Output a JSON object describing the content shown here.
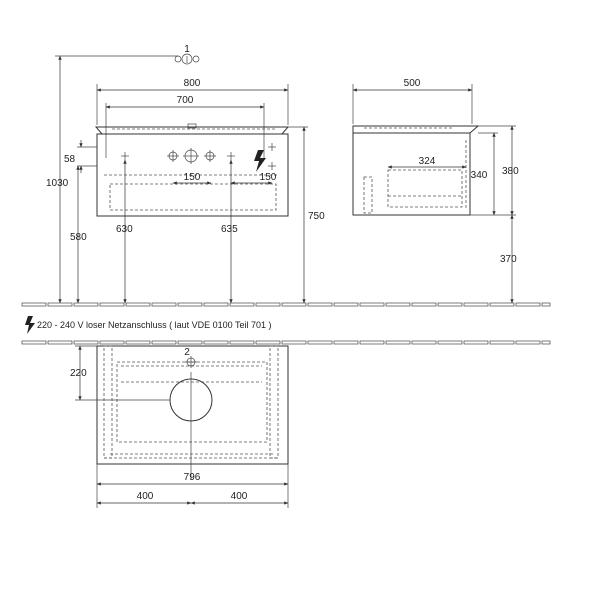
{
  "drawing": {
    "front_view": {
      "width_label": "800",
      "top_width_label": "700",
      "overall_height_label": "1030",
      "offset_label": "58",
      "inlet_height_label": "580",
      "left_pipe_label": "630",
      "right_pipe_label": "635",
      "total_height_label": "750",
      "left_spacing_label": "150",
      "right_spacing_label": "150",
      "callout_label": "1"
    },
    "side_view": {
      "depth_label": "500",
      "inner_depth_label": "324",
      "body_height_label": "340",
      "outer_height_label": "380",
      "floor_height_label": "370"
    },
    "plan_view": {
      "depth_offset_label": "220",
      "overall_width_label": "796",
      "left_half_label": "400",
      "right_half_label": "400",
      "callout_label": "2"
    },
    "note": {
      "text": "220 - 240 V loser Netzanschluss ( laut VDE 0100 Teil 701 )",
      "icon": "lightning-bolt-icon"
    }
  }
}
